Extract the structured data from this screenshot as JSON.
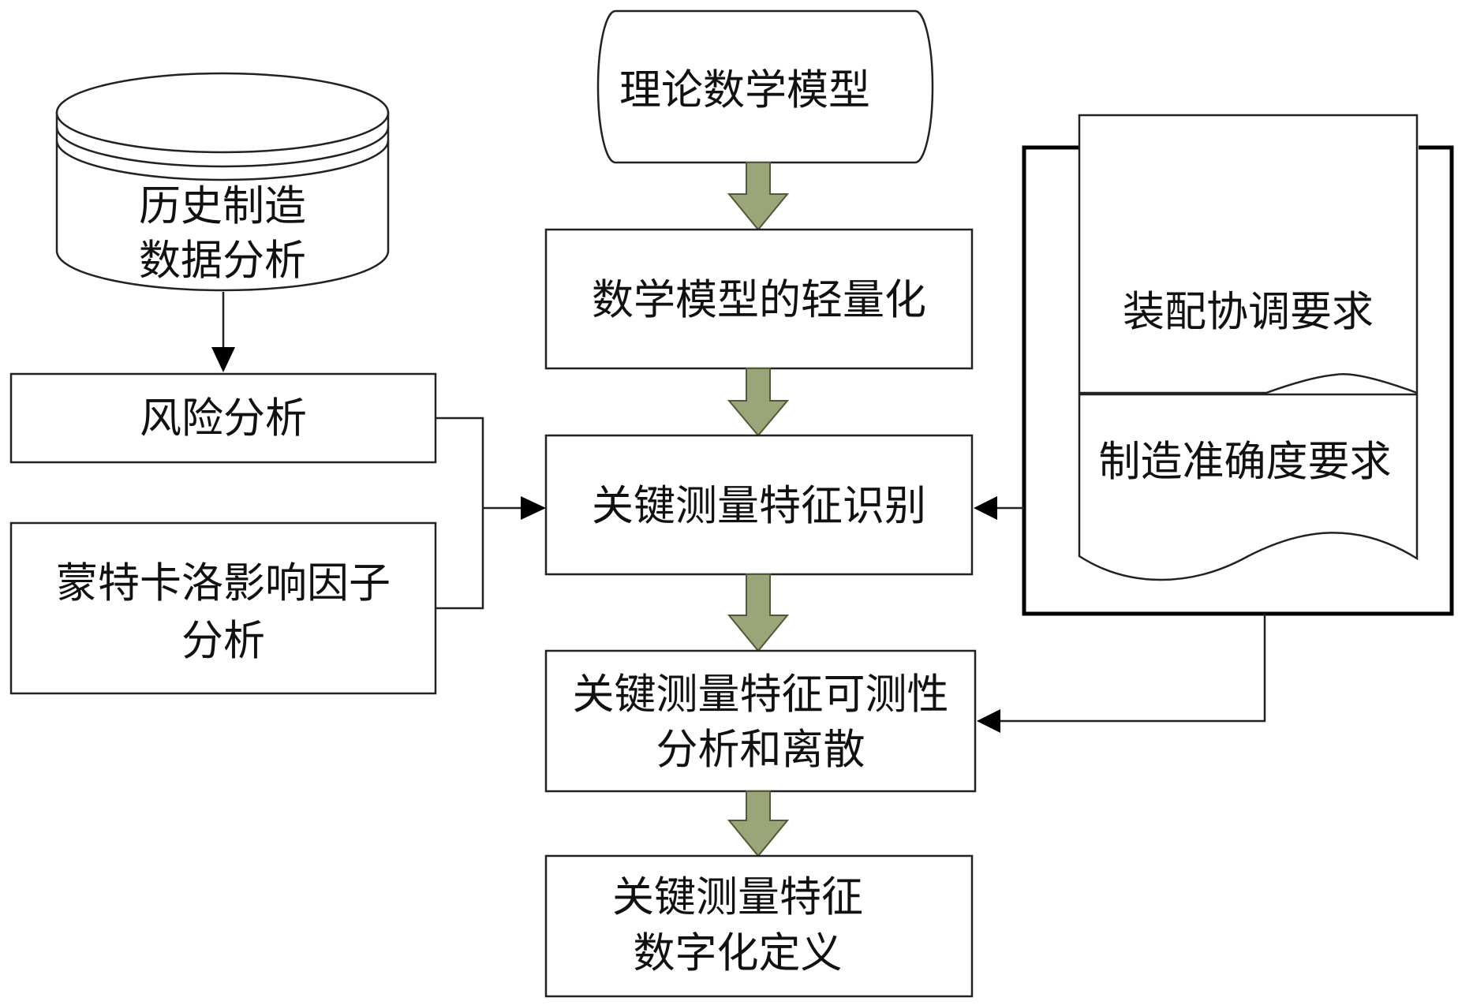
{
  "nodes": {
    "theory_model": "理论数学模型",
    "history_line1": "历史制造",
    "history_line2": "数据分析",
    "risk": "风险分析",
    "monte_line1": "蒙特卡洛影响因子",
    "monte_line2": "分析",
    "lightweight": "数学模型的轻量化",
    "identify": "关键测量特征识别",
    "measurable_line1": "关键测量特征可测性",
    "measurable_line2": "分析和离散",
    "define_line1": "关键测量特征",
    "define_line2": "数字化定义",
    "assembly_req": "装配协调要求",
    "accuracy_req": "制造准确度要求"
  },
  "colors": {
    "flow_arrow_fill": "#9aa57a",
    "flow_arrow_stroke": "#4f5a36",
    "line": "#222222"
  }
}
